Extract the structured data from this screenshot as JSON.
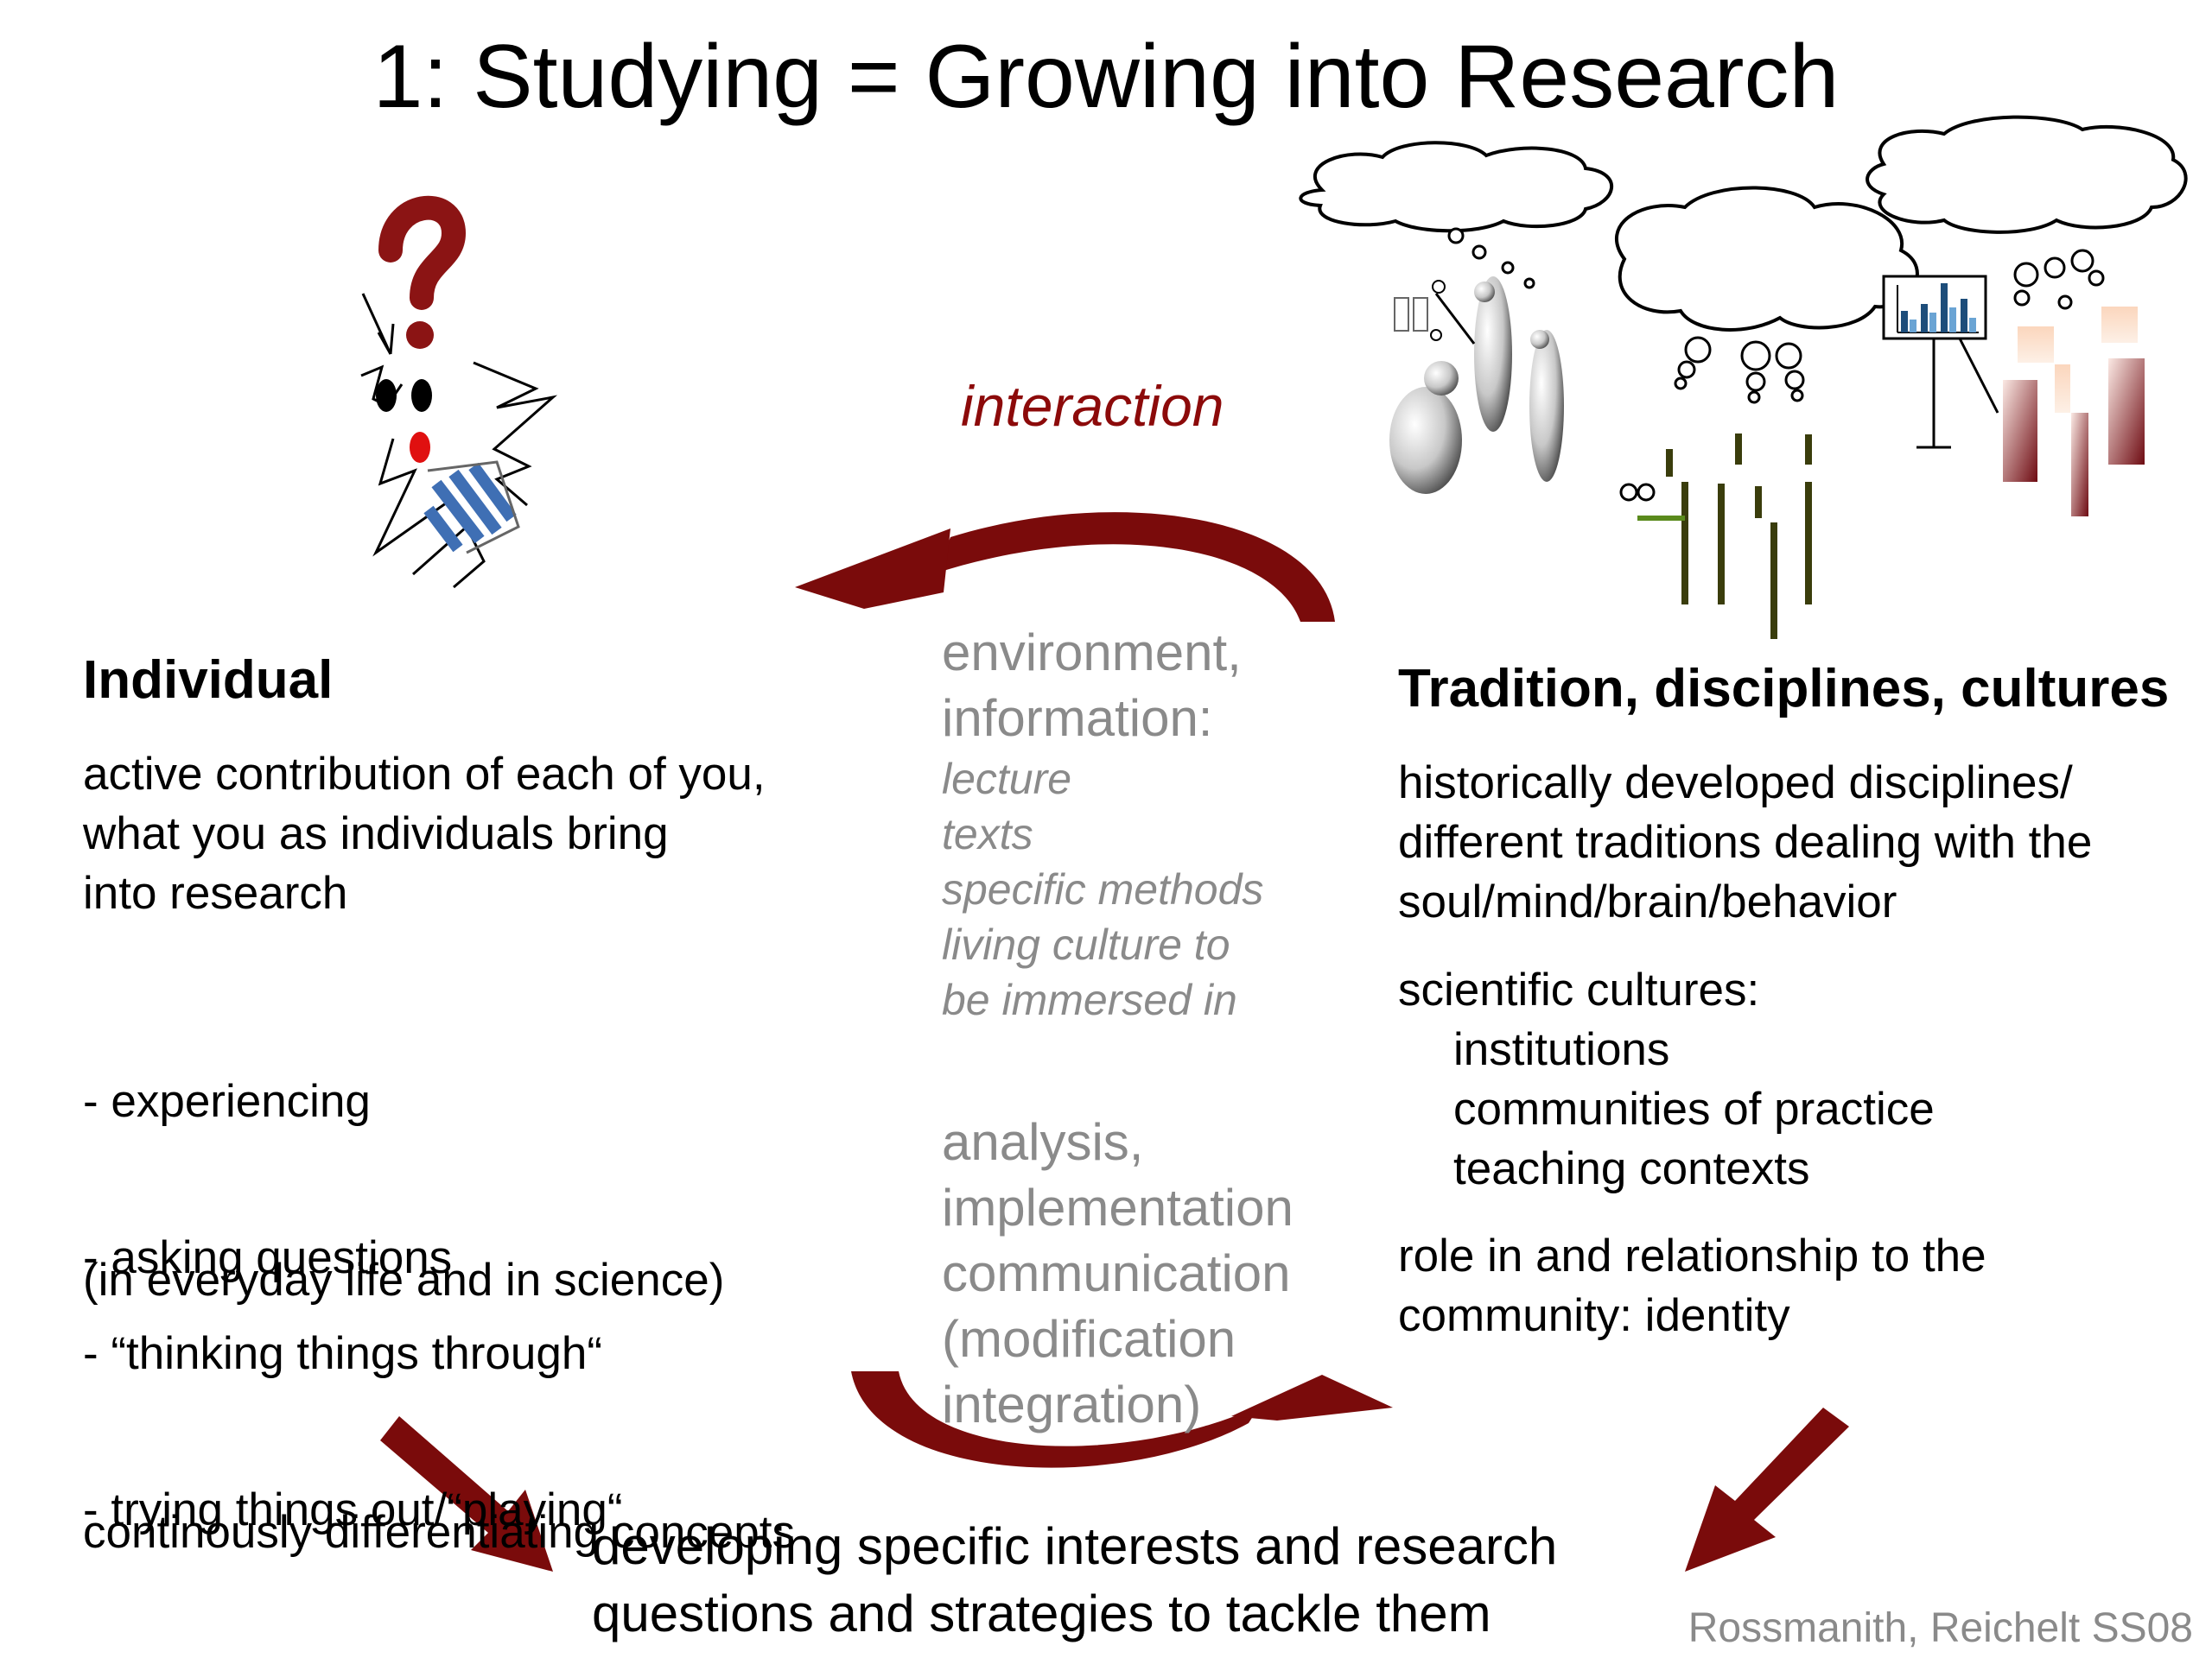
{
  "title": "1: Studying = Growing into Research",
  "interaction_label": "interaction",
  "left": {
    "heading": "Individual",
    "intro": [
      "active contribution of each of you,",
      "what you as individuals bring",
      "into research"
    ],
    "points": [
      [
        "- experiencing",
        "  (in everyday life and in science)"
      ],
      [
        "- asking questions"
      ],
      [
        "- “thinking things through“",
        "   continously differentiating concepts"
      ],
      [
        "- trying things out/“playing“"
      ]
    ]
  },
  "middle": {
    "env_heading": [
      "environment,",
      "information:"
    ],
    "env_items": [
      "lecture",
      "texts",
      "specific methods",
      "living culture to",
      "be immersed in"
    ],
    "process": [
      "analysis,",
      "implementation",
      "communication",
      "(modification",
      "integration)"
    ]
  },
  "right": {
    "heading": "Tradition, disciplines, cultures",
    "para1": [
      "historically developed disciplines/",
      "different traditions dealing with the",
      "soul/mind/brain/behavior"
    ],
    "para2_head": "scientific cultures:",
    "para2_items": [
      "institutions",
      "communities of practice",
      "teaching contexts"
    ],
    "para3": [
      "role in and relationship to the",
      "community: identity"
    ]
  },
  "bottom": [
    "developing specific interests and research",
    "questions and strategies to tackle them"
  ],
  "credit": "Rossmanith, Reichelt SS08",
  "colors": {
    "arrow": "#7a0b0b",
    "accent_text": "#8c0a0a",
    "question_mark": "#8b1414",
    "grey_text": "#8a8a8a",
    "stripes": "#3f6fb4",
    "mouth": "#e01010",
    "stick": "#3a3d0c"
  },
  "icons": [
    "question-mark-icon",
    "curved-arrow-icon",
    "straight-arrow-icon",
    "thought-cloud-icon",
    "bar-chart-icon"
  ]
}
